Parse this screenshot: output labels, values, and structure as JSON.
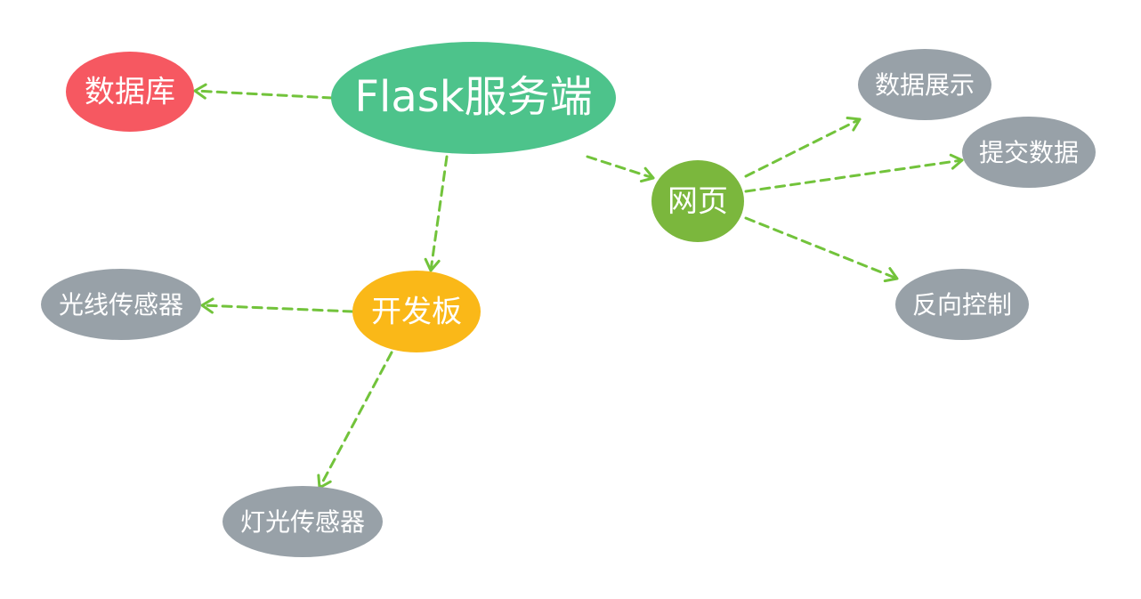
{
  "colors": {
    "edge": "#72c33b",
    "server": "#4dc38b",
    "database": "#f65861",
    "board": "#fab818",
    "webpage": "#7bb73d",
    "leaf": "#98a1a8",
    "text": "#ffffff"
  },
  "nodes": {
    "server": {
      "label": "Flask服务端"
    },
    "database": {
      "label": "数据库"
    },
    "webpage": {
      "label": "网页"
    },
    "board": {
      "label": "开发板"
    },
    "data_display": {
      "label": "数据展示"
    },
    "submit_data": {
      "label": "提交数据"
    },
    "reverse_control": {
      "label": "反向控制"
    },
    "light_sensor": {
      "label": "光线传感器"
    },
    "lamp_sensor": {
      "label": "灯光传感器"
    }
  },
  "edges": [
    {
      "from": "server",
      "to": "database"
    },
    {
      "from": "server",
      "to": "board"
    },
    {
      "from": "server",
      "to": "webpage"
    },
    {
      "from": "webpage",
      "to": "data_display"
    },
    {
      "from": "webpage",
      "to": "submit_data"
    },
    {
      "from": "webpage",
      "to": "reverse_control"
    },
    {
      "from": "board",
      "to": "light_sensor"
    },
    {
      "from": "board",
      "to": "lamp_sensor"
    }
  ]
}
